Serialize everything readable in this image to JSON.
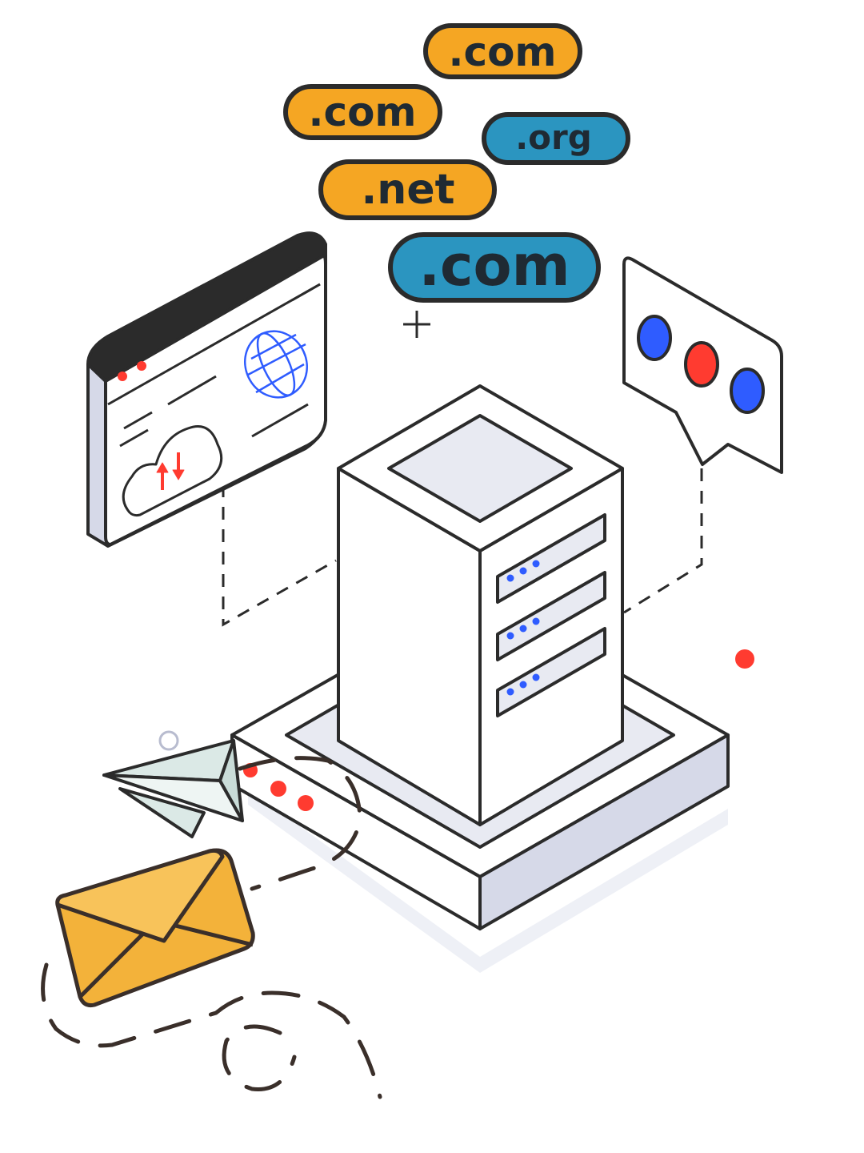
{
  "illustration": {
    "domain_pills": [
      {
        "label": ".com",
        "color": "#f5a623"
      },
      {
        "label": ".com",
        "color": "#f5a623"
      },
      {
        "label": ".org",
        "color": "#2b95c0"
      },
      {
        "label": ".net",
        "color": "#f5a623"
      },
      {
        "label": ".com",
        "color": "#2b95c0"
      }
    ],
    "colors": {
      "outline": "#2b2b2b",
      "yellow": "#f5a623",
      "teal": "#2b95c0",
      "red": "#ff3b30",
      "blue": "#2f5cff",
      "shade": "#d6d9e8",
      "light_shade": "#e8eaf2",
      "paper_plane": "#dbe9e6",
      "envelope": "#f3b23a"
    },
    "icons": [
      "server-icon",
      "browser-window-icon",
      "globe-icon",
      "cloud-upload-download-icon",
      "chat-bubble-icon",
      "paper-plane-icon",
      "envelope-icon"
    ]
  }
}
